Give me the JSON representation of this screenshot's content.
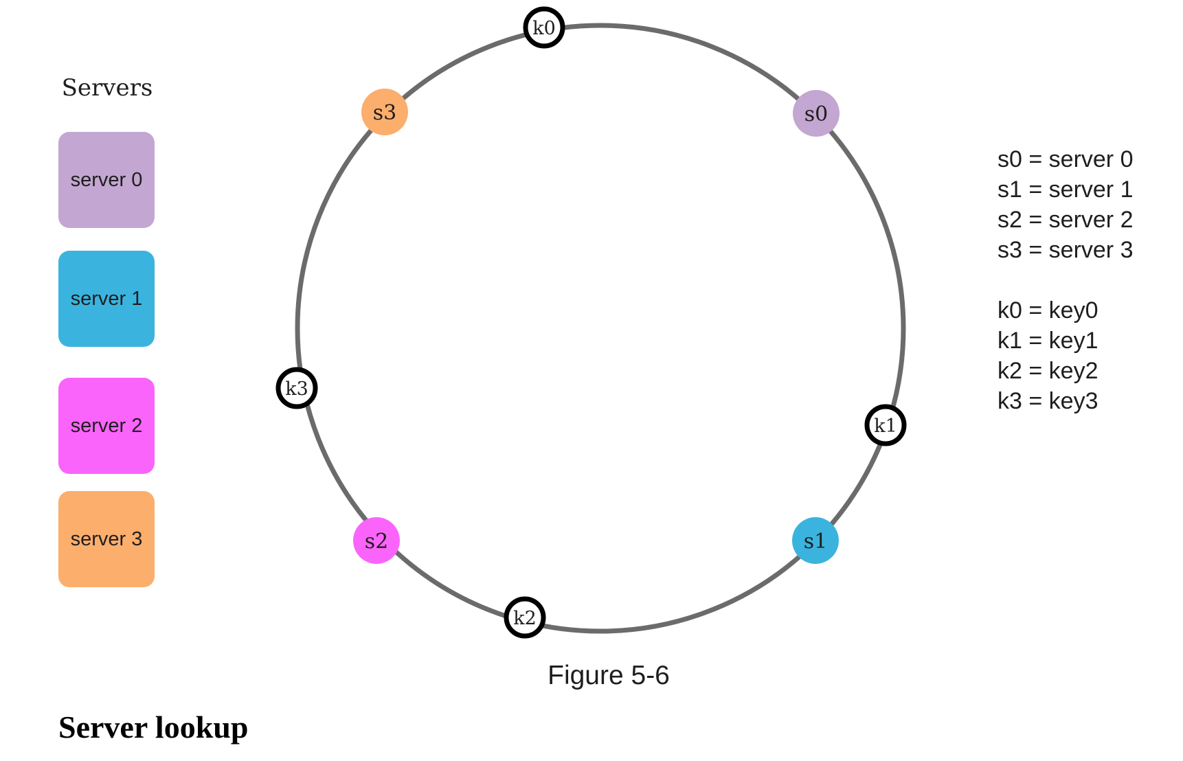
{
  "servers_panel": {
    "title": "Servers",
    "items": [
      {
        "label": "server 0",
        "color": "#c3a6d1"
      },
      {
        "label": "server 1",
        "color": "#3ab4de"
      },
      {
        "label": "server 2",
        "color": "#fb64fb"
      },
      {
        "label": "server 3",
        "color": "#fcae6d"
      }
    ]
  },
  "ring": {
    "stroke_color": "#6b6b6b",
    "server_nodes": [
      {
        "label": "s0",
        "color": "#c3a6d1"
      },
      {
        "label": "s1",
        "color": "#3ab4de"
      },
      {
        "label": "s2",
        "color": "#fb64fb"
      },
      {
        "label": "s3",
        "color": "#fcae6d"
      }
    ],
    "key_nodes": [
      {
        "label": "k0"
      },
      {
        "label": "k1"
      },
      {
        "label": "k2"
      },
      {
        "label": "k3"
      }
    ]
  },
  "legend": {
    "server_lines": [
      "s0 = server 0",
      "s1 = server 1",
      "s2 = server 2",
      "s3 = server 3"
    ],
    "key_lines": [
      "k0 = key0",
      "k1 = key1",
      "k2 = key2",
      "k3 = key3"
    ]
  },
  "caption": "Figure 5-6",
  "section_heading": "Server lookup"
}
